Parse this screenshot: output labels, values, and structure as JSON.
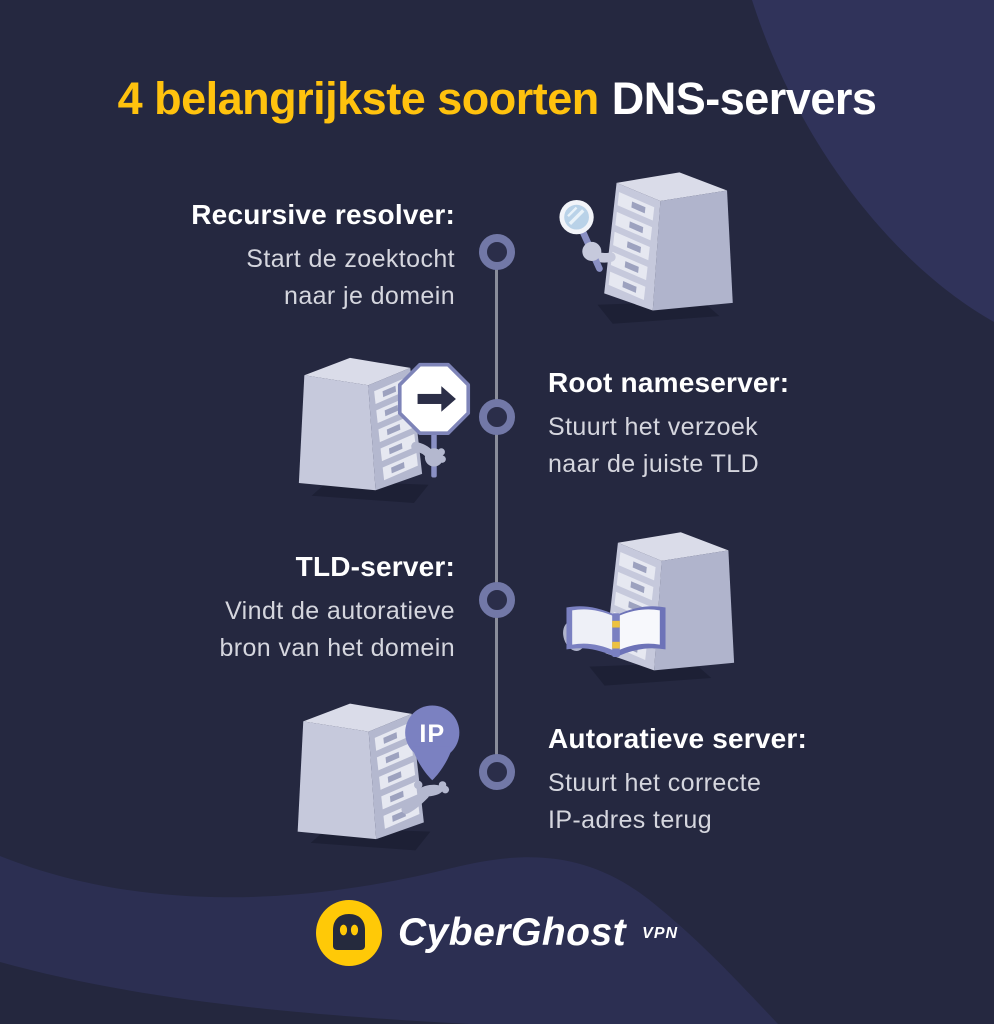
{
  "title": {
    "highlight": "4 belangrijkste soorten",
    "rest": "DNS-servers",
    "highlight_color": "#ffc20e"
  },
  "sections": [
    {
      "title": "Recursive resolver:",
      "line1": "Start de zoektocht",
      "line2": "naar je domein",
      "icon": "server-magnifying-glass-icon"
    },
    {
      "title": "Root nameserver:",
      "line1": "Stuurt het verzoek",
      "line2": "naar de juiste TLD",
      "icon": "server-direction-sign-icon"
    },
    {
      "title": "TLD-server:",
      "line1": "Vindt de autoratieve",
      "line2": "bron van het domein",
      "icon": "server-open-book-icon"
    },
    {
      "title": "Autoratieve server:",
      "line1": "Stuurt het correcte",
      "line2": "IP-adres terug",
      "icon": "server-ip-pin-icon"
    }
  ],
  "pin_label": "IP",
  "logo": {
    "brand": "CyberGhost",
    "suffix": "VPN"
  },
  "colors": {
    "background": "#252840",
    "corner_shape": "#30335a",
    "bottom_wave": "#2c2f52",
    "accent_yellow": "#ffc20e",
    "node_ring": "#7278a7",
    "timeline_line": "#8a8d9b",
    "heading_text": "#ffffff",
    "body_text": "#d5d6de",
    "illustration_purple": "#7b81c1"
  }
}
